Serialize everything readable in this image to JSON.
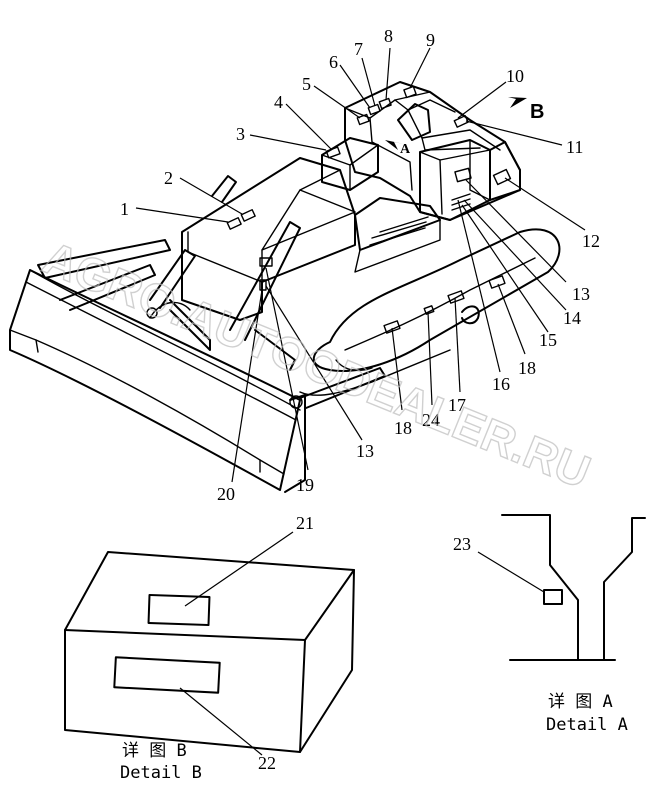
{
  "watermark": "AGRO.AUTOODEALER.RU",
  "arrows": {
    "view_a": "A",
    "view_b": "B"
  },
  "callouts": [
    "1",
    "2",
    "3",
    "4",
    "5",
    "6",
    "7",
    "8",
    "9",
    "10",
    "11",
    "12",
    "13",
    "14",
    "15",
    "16",
    "17",
    "18",
    "19",
    "20",
    "21",
    "22",
    "23",
    "24"
  ],
  "callouts_dup": {
    "c13b": "13",
    "c18b": "18"
  },
  "detail_a": {
    "caption_cn": "详 图 A",
    "caption_en": "Detail A"
  },
  "detail_b": {
    "caption_cn": "详 图 B",
    "caption_en": "Detail B"
  }
}
